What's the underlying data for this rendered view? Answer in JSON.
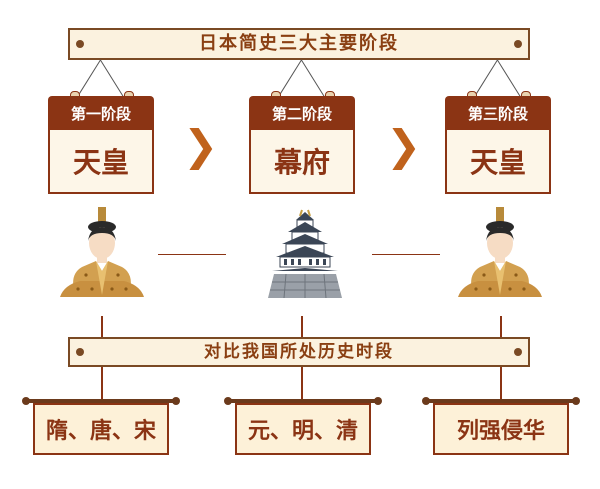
{
  "title": "日本简史三大主要阶段",
  "stages": [
    {
      "label": "第一阶段",
      "name": "天皇"
    },
    {
      "label": "第二阶段",
      "name": "幕府"
    },
    {
      "label": "第三阶段",
      "name": "天皇"
    }
  ],
  "compare_title": "对比我国所处历史时段",
  "periods": [
    "隋、唐、宋",
    "元、明、清",
    "列强侵华"
  ],
  "colors": {
    "accent": "#8b3414",
    "chevron": "#c0621c",
    "paper": "#fdf6e8"
  },
  "icons": [
    "emperor-figure-icon",
    "castle-icon",
    "emperor-figure-icon",
    "chevron-right-icon"
  ]
}
